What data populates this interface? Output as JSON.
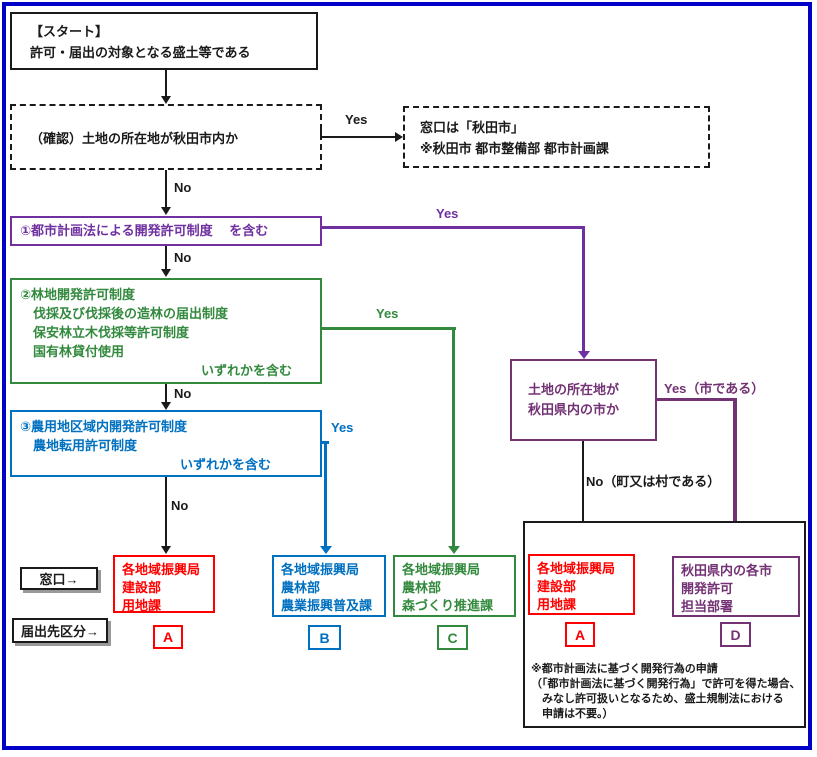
{
  "palette": {
    "border_blue": "#0000C8",
    "purple": "#7030A0",
    "plum": "#733273",
    "green": "#338A3E",
    "blue": "#0070C0",
    "red": "#FF0000",
    "shadow_gray": "#999999"
  },
  "nodes": {
    "start": {
      "line1": "【スタート】",
      "line2": "許可・届出の対象となる盛土等である"
    },
    "check_city": {
      "text": "（確認）土地の所在地が秋田市内か"
    },
    "akita_window": {
      "line1": "窓口は「秋田市」",
      "line2": "※秋田市 都市整備部 都市計画課"
    },
    "box1": {
      "text": "①都市計画法による開発許可制度　 を含む"
    },
    "box2": {
      "lines": [
        "②林地開発許可制度",
        "伐採及び伐採後の造林の届出制度",
        "保安林立木伐採等許可制度",
        "国有林貸付使用"
      ],
      "footer": "いずれかを含む"
    },
    "box3": {
      "lines": [
        "③農用地区域内開発許可制度",
        "農地転用許可制度"
      ],
      "footer": "いずれかを含む"
    },
    "city_check": {
      "line1": "土地の所在地が",
      "line2": "秋田県内の市か"
    }
  },
  "labels": {
    "yes": "Yes",
    "no": "No",
    "yes_city": "Yes（市である）",
    "no_town": "No（町又は村である）",
    "window": "窓口→",
    "category": "届出先区分→"
  },
  "results": {
    "a1": {
      "lines": [
        "各地域振興局",
        "建設部",
        "用地課"
      ],
      "badge": "A"
    },
    "b": {
      "lines": [
        "各地域振興局",
        "農林部",
        "農業振興普及課"
      ],
      "badge": "B"
    },
    "c": {
      "lines": [
        "各地域振興局",
        "農林部",
        "森づくり推進課"
      ],
      "badge": "C"
    },
    "a2": {
      "lines": [
        "各地域振興局",
        "建設部",
        "用地課"
      ],
      "badge": "A"
    },
    "d": {
      "lines": [
        "秋田県内の各市",
        "開発許可",
        "担当部署"
      ],
      "badge": "D"
    }
  },
  "note": {
    "lines": [
      "※都市計画法に基づく開発行為の申請",
      "（「都市計画法に基づく開発行為」で許可を得た場合、",
      "　みなし許可扱いとなるため、盛土規制法における",
      "　申請は不要。）"
    ]
  }
}
